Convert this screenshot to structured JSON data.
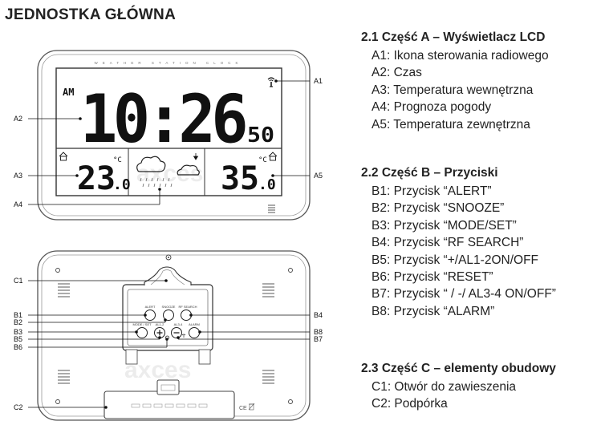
{
  "title": "JEDNOSTKA GŁÓWNA",
  "watermark": "axces",
  "sections": [
    {
      "heading": "2.1 Część A – Wyświetlacz LCD",
      "items": [
        "A1: Ikona sterowania radiowego",
        "A2: Czas",
        "A3: Temperatura wewnętrzna",
        "A4: Prognoza pogody",
        "A5: Temperatura zewnętrzna"
      ]
    },
    {
      "heading": "2.2 Część B – Przyciski",
      "items": [
        "B1: Przycisk “ALERT”",
        "B2: Przycisk “SNOOZE”",
        "B3: Przycisk “MODE/SET”",
        "B4: Przycisk “RF SEARCH”",
        "B5: Przycisk “+/AL1-2ON/OFF",
        "B6: Przycisk “RESET”",
        "B7: Przycisk “ / -/ AL3-4 ON/OFF”",
        "B8: Przycisk “ALARM”"
      ]
    },
    {
      "heading": "2.3 Część C – elementy obudowy",
      "items": [
        "C1: Otwór do zawieszenia",
        "C2: Podpórka"
      ]
    }
  ],
  "front": {
    "brand_text": "WEATHER STATION CLOCK",
    "am": "AM",
    "time": "10:26",
    "seconds": "50",
    "indoor_temp": "23",
    "indoor_temp_dec": ".0",
    "outdoor_temp": "35",
    "outdoor_temp_dec": ".0",
    "unit": "°C"
  },
  "callouts": {
    "a1": "A1",
    "a2": "A2",
    "a3": "A3",
    "a4": "A4",
    "a5": "A5",
    "b1": "B1",
    "b2": "B2",
    "b3": "B3",
    "b4": "B4",
    "b5": "B5",
    "b6": "B6",
    "b7": "B7",
    "b8": "B8",
    "c1": "C1",
    "c2": "C2"
  },
  "back": {
    "btn_alert": "ALERT",
    "btn_snooze": "SNOOZE",
    "btn_rf": "RF SEARCH",
    "btn_mode": "MODE / SET",
    "btn_al12": "AL1-2",
    "btn_al34": "AL3-4",
    "btn_alarm": "ALARM",
    "ce": "CE"
  },
  "icons": [
    "radio-signal-icon",
    "home-icon",
    "cloud-icon",
    "rain-icon",
    "arrow-down-icon",
    "speaker-grille-icon",
    "trash-bin-icon"
  ]
}
